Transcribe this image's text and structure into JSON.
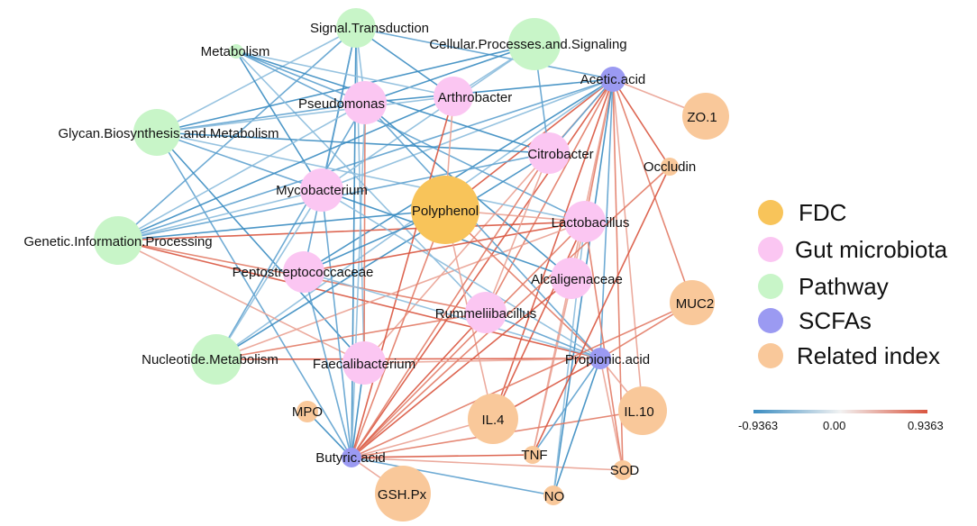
{
  "legend": {
    "categories": [
      {
        "label": "FDC",
        "color": "#F8C45A"
      },
      {
        "label": "Gut microbiota",
        "color": "#FBC6F2"
      },
      {
        "label": "Pathway",
        "color": "#C8F5C8"
      },
      {
        "label": "SCFAs",
        "color": "#9B9AF2"
      },
      {
        "label": "Related index",
        "color": "#F9C89A"
      }
    ],
    "scale": {
      "min_label": "-0.9363",
      "mid_label": "0.00",
      "max_label": "0.9363",
      "neg_color": "#3A8CC1",
      "pos_color": "#D9553F"
    }
  },
  "nodes": {
    "signal": {
      "label": "Signal.Transduction",
      "category": "Pathway"
    },
    "cellproc": {
      "label": "Cellular.Processes.and.Signaling",
      "category": "Pathway"
    },
    "metab": {
      "label": "Metabolism",
      "category": "Pathway"
    },
    "glycan": {
      "label": "Glycan.Biosynthesis.and.Metabolism",
      "category": "Pathway"
    },
    "genetic": {
      "label": "Genetic.Information.Processing",
      "category": "Pathway"
    },
    "nucleo": {
      "label": "Nucleotide.Metabolism",
      "category": "Pathway"
    },
    "pseudo": {
      "label": "Pseudomonas",
      "category": "Gut microbiota"
    },
    "arthro": {
      "label": "Arthrobacter",
      "category": "Gut microbiota"
    },
    "citro": {
      "label": "Citrobacter",
      "category": "Gut microbiota"
    },
    "myco": {
      "label": "Mycobacterium",
      "category": "Gut microbiota"
    },
    "lacto": {
      "label": "Lactobacillus",
      "category": "Gut microbiota"
    },
    "alcal": {
      "label": "Alcaligenaceae",
      "category": "Gut microbiota"
    },
    "pepto": {
      "label": "Peptostreptococcaceae",
      "category": "Gut microbiota"
    },
    "rummel": {
      "label": "Rummeliibacillus",
      "category": "Gut microbiota"
    },
    "faecal": {
      "label": "Faecalibacterium",
      "category": "Gut microbiota"
    },
    "poly": {
      "label": "Polyphenol",
      "category": "FDC"
    },
    "acetic": {
      "label": "Acetic.acid",
      "category": "SCFAs"
    },
    "propio": {
      "label": "Propionic.acid",
      "category": "SCFAs"
    },
    "butyr": {
      "label": "Butyric.acid",
      "category": "SCFAs"
    },
    "zo1": {
      "label": "ZO.1",
      "category": "Related index"
    },
    "occl": {
      "label": "Occludin",
      "category": "Related index"
    },
    "muc2": {
      "label": "MUC2",
      "category": "Related index"
    },
    "il10": {
      "label": "IL.10",
      "category": "Related index"
    },
    "il4": {
      "label": "IL.4",
      "category": "Related index"
    },
    "mpo": {
      "label": "MPO",
      "category": "Related index"
    },
    "tnf": {
      "label": "TNF",
      "category": "Related index"
    },
    "sod": {
      "label": "SOD",
      "category": "Related index"
    },
    "gsh": {
      "label": "GSH.Px",
      "category": "Related index"
    },
    "no": {
      "label": "NO",
      "category": "Related index"
    }
  },
  "edges": [
    {
      "s": "acetic",
      "t": "poly",
      "sign": "pos"
    },
    {
      "s": "acetic",
      "t": "lacto",
      "sign": "pos"
    },
    {
      "s": "acetic",
      "t": "zo1",
      "sign": "pos"
    },
    {
      "s": "acetic",
      "t": "occl",
      "sign": "pos"
    },
    {
      "s": "acetic",
      "t": "muc2",
      "sign": "pos"
    },
    {
      "s": "acetic",
      "t": "il10",
      "sign": "pos"
    },
    {
      "s": "acetic",
      "t": "il4",
      "sign": "pos"
    },
    {
      "s": "acetic",
      "t": "rummel",
      "sign": "pos"
    },
    {
      "s": "acetic",
      "t": "faecal",
      "sign": "pos"
    },
    {
      "s": "acetic",
      "t": "butyr",
      "sign": "pos"
    },
    {
      "s": "acetic",
      "t": "sod",
      "sign": "pos"
    },
    {
      "s": "acetic",
      "t": "tnf",
      "sign": "pos"
    },
    {
      "s": "acetic",
      "t": "no",
      "sign": "neg"
    },
    {
      "s": "acetic",
      "t": "propio",
      "sign": "neg"
    },
    {
      "s": "acetic",
      "t": "myco",
      "sign": "neg"
    },
    {
      "s": "acetic",
      "t": "pepto",
      "sign": "neg"
    },
    {
      "s": "acetic",
      "t": "genetic",
      "sign": "neg"
    },
    {
      "s": "acetic",
      "t": "nucleo",
      "sign": "neg"
    },
    {
      "s": "acetic",
      "t": "pseudo",
      "sign": "neg"
    },
    {
      "s": "acetic",
      "t": "citro",
      "sign": "neg"
    },
    {
      "s": "signal",
      "t": "pseudo",
      "sign": "neg"
    },
    {
      "s": "signal",
      "t": "myco",
      "sign": "neg"
    },
    {
      "s": "signal",
      "t": "pepto",
      "sign": "neg"
    },
    {
      "s": "signal",
      "t": "faecal",
      "sign": "neg"
    },
    {
      "s": "signal",
      "t": "arthro",
      "sign": "neg"
    },
    {
      "s": "signal",
      "t": "acetic",
      "sign": "neg"
    },
    {
      "s": "signal",
      "t": "glycan",
      "sign": "neg"
    },
    {
      "s": "signal",
      "t": "butyr",
      "sign": "neg"
    },
    {
      "s": "signal",
      "t": "genetic",
      "sign": "neg"
    },
    {
      "s": "cellproc",
      "t": "arthro",
      "sign": "neg"
    },
    {
      "s": "cellproc",
      "t": "pseudo",
      "sign": "neg"
    },
    {
      "s": "cellproc",
      "t": "citro",
      "sign": "neg"
    },
    {
      "s": "cellproc",
      "t": "myco",
      "sign": "neg"
    },
    {
      "s": "cellproc",
      "t": "glycan",
      "sign": "neg"
    },
    {
      "s": "metab",
      "t": "pseudo",
      "sign": "neg"
    },
    {
      "s": "metab",
      "t": "arthro",
      "sign": "neg"
    },
    {
      "s": "metab",
      "t": "citro",
      "sign": "neg"
    },
    {
      "s": "metab",
      "t": "lacto",
      "sign": "neg"
    },
    {
      "s": "metab",
      "t": "rummel",
      "sign": "neg"
    },
    {
      "s": "metab",
      "t": "myco",
      "sign": "neg"
    },
    {
      "s": "glycan",
      "t": "pseudo",
      "sign": "neg"
    },
    {
      "s": "glycan",
      "t": "arthro",
      "sign": "neg"
    },
    {
      "s": "glycan",
      "t": "citro",
      "sign": "neg"
    },
    {
      "s": "glycan",
      "t": "myco",
      "sign": "neg"
    },
    {
      "s": "glycan",
      "t": "lacto",
      "sign": "neg"
    },
    {
      "s": "glycan",
      "t": "faecal",
      "sign": "neg"
    },
    {
      "s": "glycan",
      "t": "butyr",
      "sign": "neg"
    },
    {
      "s": "genetic",
      "t": "pseudo",
      "sign": "neg"
    },
    {
      "s": "genetic",
      "t": "arthro",
      "sign": "neg"
    },
    {
      "s": "genetic",
      "t": "citro",
      "sign": "neg"
    },
    {
      "s": "genetic",
      "t": "myco",
      "sign": "neg"
    },
    {
      "s": "genetic",
      "t": "lacto",
      "sign": "pos"
    },
    {
      "s": "genetic",
      "t": "rummel",
      "sign": "pos"
    },
    {
      "s": "genetic",
      "t": "faecal",
      "sign": "pos"
    },
    {
      "s": "genetic",
      "t": "propio",
      "sign": "pos"
    },
    {
      "s": "nucleo",
      "t": "pseudo",
      "sign": "neg"
    },
    {
      "s": "nucleo",
      "t": "myco",
      "sign": "neg"
    },
    {
      "s": "nucleo",
      "t": "citro",
      "sign": "neg"
    },
    {
      "s": "nucleo",
      "t": "rummel",
      "sign": "pos"
    },
    {
      "s": "nucleo",
      "t": "lacto",
      "sign": "pos"
    },
    {
      "s": "nucleo",
      "t": "propio",
      "sign": "pos"
    },
    {
      "s": "pseudo",
      "t": "faecal",
      "sign": "pos"
    },
    {
      "s": "pseudo",
      "t": "butyr",
      "sign": "neg"
    },
    {
      "s": "pseudo",
      "t": "alcal",
      "sign": "neg"
    },
    {
      "s": "pseudo",
      "t": "propio",
      "sign": "neg"
    },
    {
      "s": "arthro",
      "t": "poly",
      "sign": "pos"
    },
    {
      "s": "arthro",
      "t": "butyr",
      "sign": "pos"
    },
    {
      "s": "myco",
      "t": "butyr",
      "sign": "neg"
    },
    {
      "s": "myco",
      "t": "propio",
      "sign": "neg"
    },
    {
      "s": "myco",
      "t": "alcal",
      "sign": "neg"
    },
    {
      "s": "pepto",
      "t": "butyr",
      "sign": "neg"
    },
    {
      "s": "pepto",
      "t": "propio",
      "sign": "neg"
    },
    {
      "s": "pepto",
      "t": "lacto",
      "sign": "pos"
    },
    {
      "s": "poly",
      "t": "butyr",
      "sign": "pos"
    },
    {
      "s": "poly",
      "t": "lacto",
      "sign": "pos"
    },
    {
      "s": "poly",
      "t": "pepto",
      "sign": "neg"
    },
    {
      "s": "poly",
      "t": "propio",
      "sign": "pos"
    },
    {
      "s": "poly",
      "t": "il4",
      "sign": "pos"
    },
    {
      "s": "poly",
      "t": "genetic",
      "sign": "neg"
    },
    {
      "s": "lacto",
      "t": "butyr",
      "sign": "pos"
    },
    {
      "s": "lacto",
      "t": "tnf",
      "sign": "pos"
    },
    {
      "s": "lacto",
      "t": "il4",
      "sign": "pos"
    },
    {
      "s": "lacto",
      "t": "sod",
      "sign": "pos"
    },
    {
      "s": "lacto",
      "t": "no",
      "sign": "neg"
    },
    {
      "s": "alcal",
      "t": "butyr",
      "sign": "pos"
    },
    {
      "s": "citro",
      "t": "butyr",
      "sign": "pos"
    },
    {
      "s": "citro",
      "t": "rummel",
      "sign": "pos"
    },
    {
      "s": "rummel",
      "t": "butyr",
      "sign": "pos"
    },
    {
      "s": "rummel",
      "t": "propio",
      "sign": "neg"
    },
    {
      "s": "faecal",
      "t": "propio",
      "sign": "pos"
    },
    {
      "s": "faecal",
      "t": "butyr",
      "sign": "neg"
    },
    {
      "s": "butyr",
      "t": "il10",
      "sign": "pos"
    },
    {
      "s": "butyr",
      "t": "sod",
      "sign": "pos"
    },
    {
      "s": "butyr",
      "t": "tnf",
      "sign": "pos"
    },
    {
      "s": "butyr",
      "t": "no",
      "sign": "neg"
    },
    {
      "s": "butyr",
      "t": "gsh",
      "sign": "pos"
    },
    {
      "s": "butyr",
      "t": "mpo",
      "sign": "neg"
    },
    {
      "s": "butyr",
      "t": "muc2",
      "sign": "pos"
    },
    {
      "s": "butyr",
      "t": "il4",
      "sign": "pos"
    },
    {
      "s": "propio",
      "t": "il4",
      "sign": "pos"
    },
    {
      "s": "propio",
      "t": "tnf",
      "sign": "neg"
    },
    {
      "s": "propio",
      "t": "sod",
      "sign": "pos"
    },
    {
      "s": "propio",
      "t": "no",
      "sign": "neg"
    },
    {
      "s": "propio",
      "t": "muc2",
      "sign": "pos"
    },
    {
      "s": "propio",
      "t": "il10",
      "sign": "pos"
    },
    {
      "s": "occl",
      "t": "tnf",
      "sign": "pos"
    },
    {
      "s": "occl",
      "t": "butyr",
      "sign": "pos"
    }
  ]
}
